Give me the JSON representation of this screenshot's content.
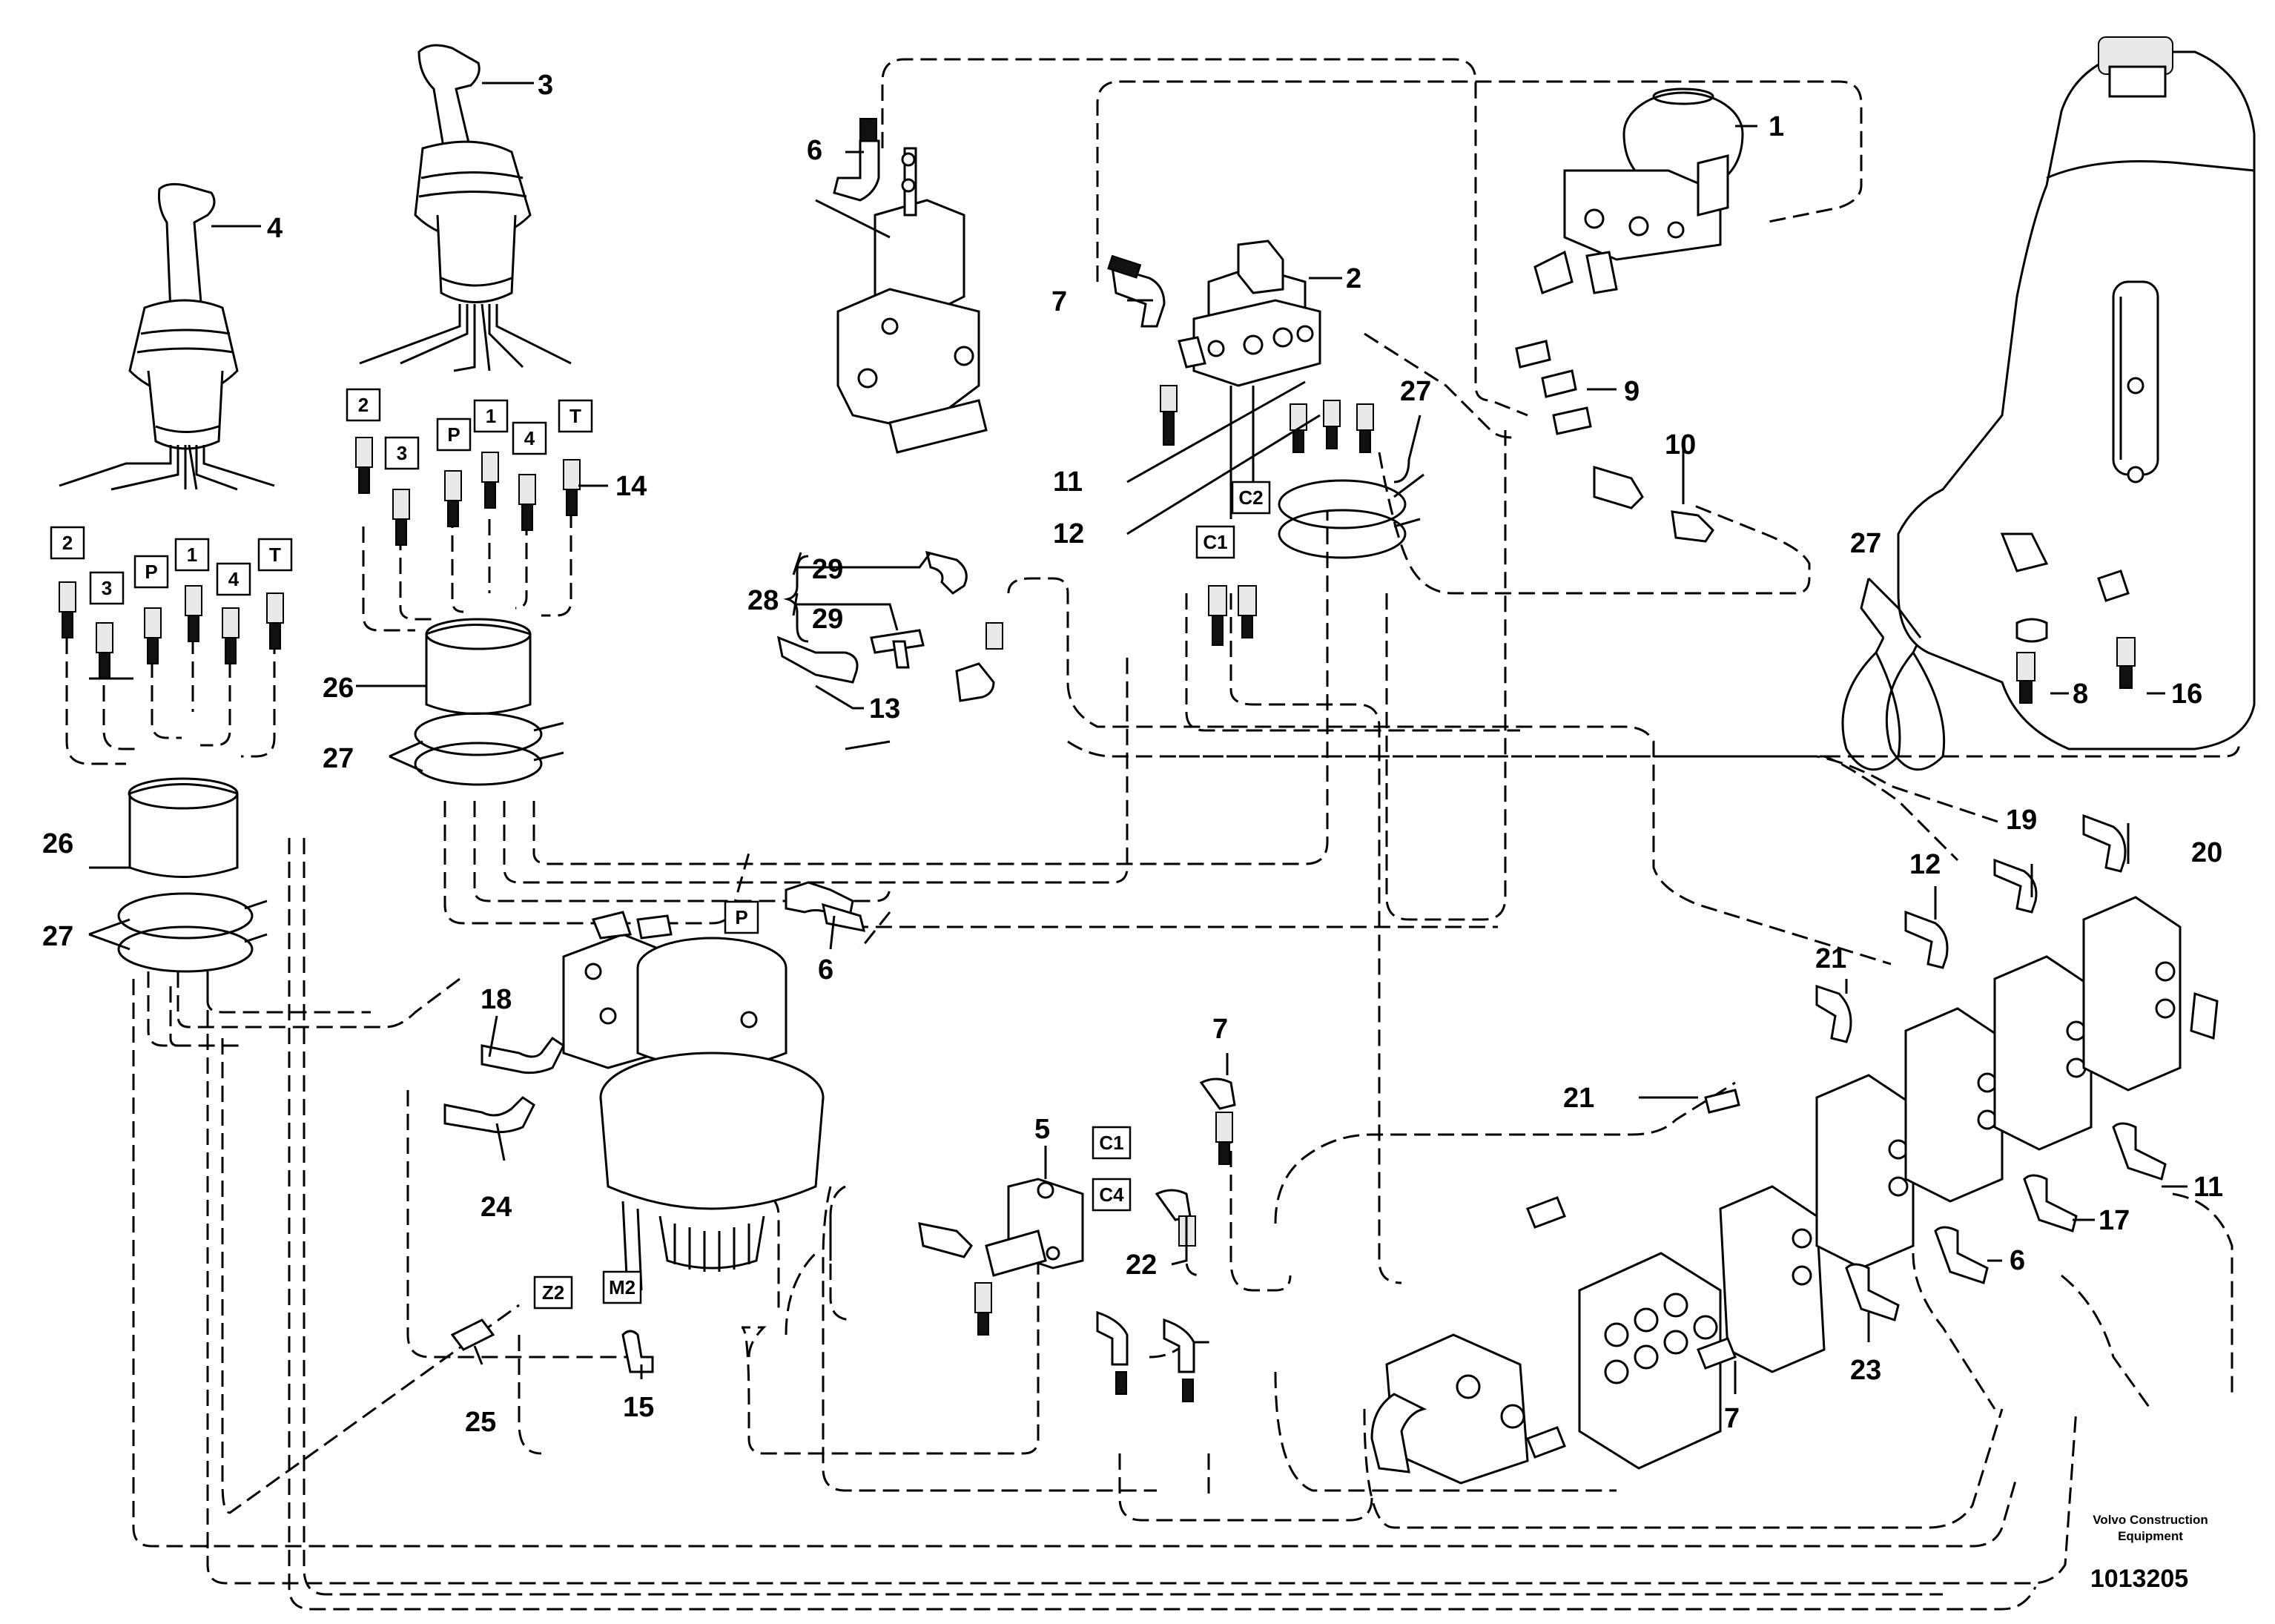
{
  "callouts": {
    "c1": "1",
    "c2": "2",
    "c3": "3",
    "c4": "4",
    "c5": "5",
    "c6a": "6",
    "c6b": "6",
    "c6c": "6",
    "c7a": "7",
    "c7b": "7",
    "c7c": "7",
    "c8": "8",
    "c9": "9",
    "c10": "10",
    "c11a": "11",
    "c11b": "11",
    "c12a": "12",
    "c12b": "12",
    "c13": "13",
    "c14": "14",
    "c15": "15",
    "c16": "16",
    "c17": "17",
    "c18": "18",
    "c19": "19",
    "c20": "20",
    "c21a": "21",
    "c21b": "21",
    "c22": "22",
    "c23": "23",
    "c24": "24",
    "c25": "25",
    "c26a": "26",
    "c26b": "26",
    "c27a": "27",
    "c27b": "27",
    "c27c": "27",
    "c27d": "27",
    "c28": "28",
    "c29a": "29",
    "c29b": "29"
  },
  "port_tags": {
    "l2": "2",
    "l3": "3",
    "lp": "P",
    "l1": "1",
    "l4": "4",
    "lt": "T",
    "r2": "2",
    "r3": "3",
    "rp": "P",
    "r1": "1",
    "r4": "4",
    "rt": "T",
    "c1a": "C1",
    "c2a": "C2",
    "c1b": "C1",
    "c4": "C4",
    "p": "P",
    "z2": "Z2",
    "m2": "M2"
  },
  "credit": {
    "line1": "Volvo Construction",
    "line2": "Equipment"
  },
  "doc_number": "1013205"
}
